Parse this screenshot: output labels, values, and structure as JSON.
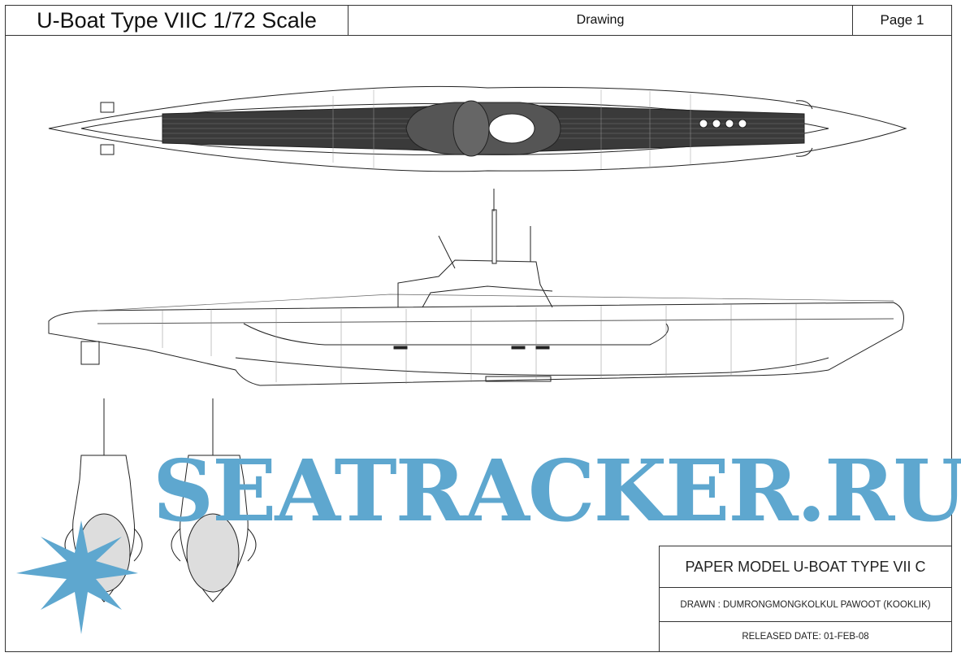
{
  "header": {
    "title": "U-Boat Type VIIC 1/72 Scale",
    "section": "Drawing",
    "page": "Page 1"
  },
  "title_block": {
    "model": "PAPER MODEL U-BOAT TYPE VII C",
    "drawn": "DRAWN : DUMRONGMONGKOLKUL  PAWOOT (KOOKLIK)",
    "released": "RELEASED DATE:   01-FEB-08"
  },
  "watermark": {
    "text": "SEATRACKER.RU",
    "color": "#5ea7cf"
  },
  "colors": {
    "line": "#222222",
    "deck": "#3a3a3a"
  }
}
